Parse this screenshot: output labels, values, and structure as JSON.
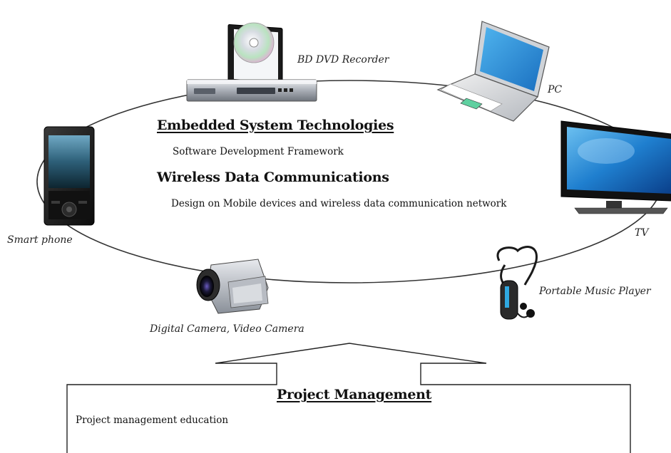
{
  "center": {
    "heading1": "Embedded System Technologies",
    "sub1": "Software Development Framework",
    "heading2": "Wireless Data Communications",
    "sub2": "Design on Mobile devices and wireless data communication network"
  },
  "devices": {
    "bd_dvd": "BD DVD Recorder",
    "pc": "PC",
    "tv": "TV",
    "music_player": "Portable Music Player",
    "camera": "Digital Camera, Video Camera",
    "smartphone": "Smart phone"
  },
  "project": {
    "title": "Project Management",
    "body": "Project management education"
  },
  "colors": {
    "line": "#333333",
    "screen_blue": "#2a8fd8",
    "device_dark": "#222222",
    "silver": "#c9cdd3"
  }
}
